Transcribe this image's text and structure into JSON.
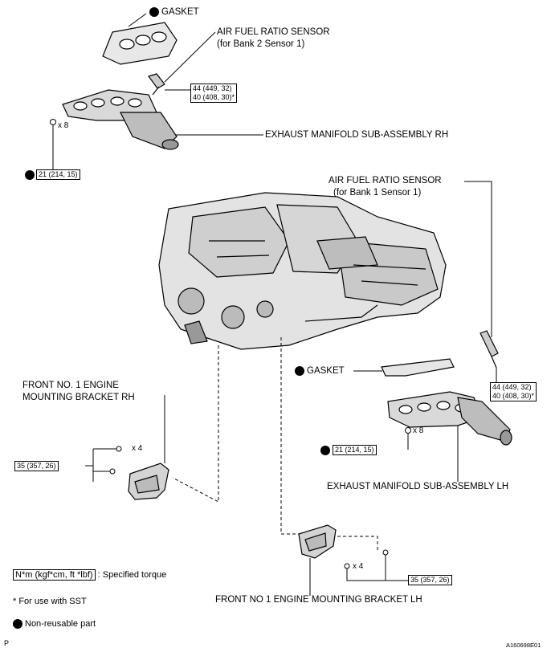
{
  "labels": {
    "gasket_top": "GASKET",
    "af_sensor_b2": "AIR FUEL RATIO SENSOR",
    "af_sensor_b2_sub": "(for Bank 2 Sensor 1)",
    "exhaust_rh": "EXHAUST MANIFOLD SUB-ASSEMBLY RH",
    "x8_top": "x 8",
    "af_sensor_b1": "AIR FUEL RATIO SENSOR",
    "af_sensor_b1_sub": "(for Bank 1 Sensor 1)",
    "gasket_lh": "GASKET",
    "x8_lh": "x 8",
    "exhaust_lh": "EXHAUST MANIFOLD SUB-ASSEMBLY LH",
    "bracket_rh_1": "FRONT NO. 1 ENGINE",
    "bracket_rh_2": "MOUNTING BRACKET RH",
    "x4_rh": "x 4",
    "x4_lh": "x 4",
    "bracket_lh": "FRONT NO  1 ENGINE MOUNTING BRACKET LH"
  },
  "torques": {
    "sensor_b2_a": "44 (449, 32)",
    "sensor_b2_b": "40 (408, 30)*",
    "manifold_rh": "21 (214, 15)",
    "sensor_b1_a": "44 (449, 32)",
    "sensor_b1_b": "40 (408, 30)*",
    "manifold_lh": "21 (214, 15)",
    "bracket_rh": "35 (357, 26)",
    "bracket_lh": "35 (357, 26)"
  },
  "legend": {
    "torque_box": "N*m (kgf*cm, ft *lbf)",
    "torque_text": ": Specified torque",
    "sst_note": "* For use with SST",
    "nonreusable": "Non-reusable part"
  },
  "footer": {
    "left_mark": "P",
    "figure_id": "A160698E01"
  }
}
